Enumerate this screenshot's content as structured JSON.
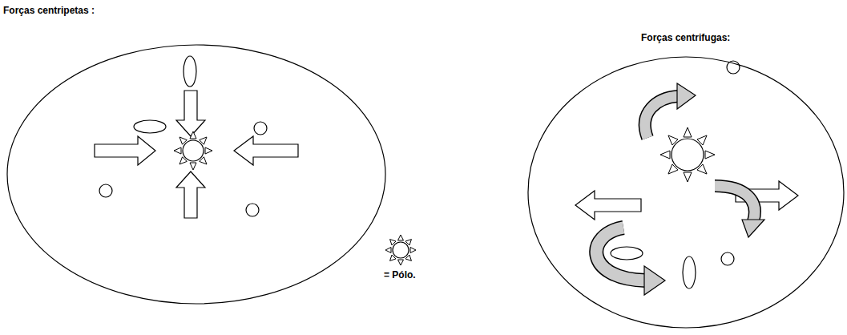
{
  "diagram": {
    "nodes": [
      {
        "text": [
          "Forças centripetas :"
        ]
      },
      {
        "text": [
          "Forças centrifugas:"
        ]
      }
    ],
    "legend": [
      {
        "text": "= Pólo."
      }
    ]
  }
}
